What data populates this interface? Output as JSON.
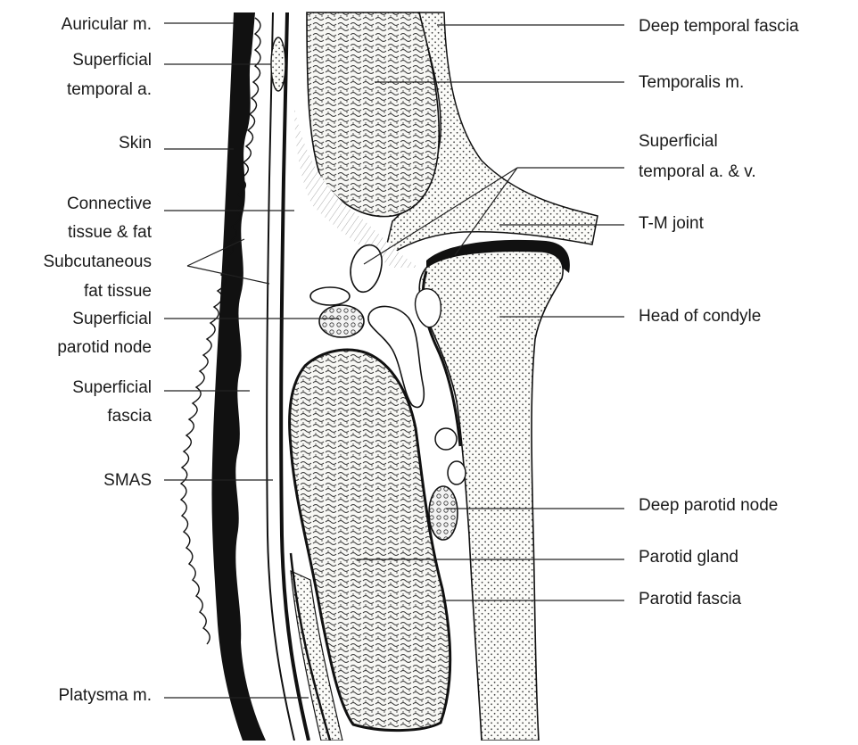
{
  "labels": {
    "left": [
      {
        "id": "auricular",
        "lines": [
          "Auricular m."
        ]
      },
      {
        "id": "superficial-temporal-a",
        "lines": [
          "Superficial",
          "temporal a."
        ]
      },
      {
        "id": "skin",
        "lines": [
          "Skin"
        ]
      },
      {
        "id": "connective-tissue",
        "lines": [
          "Connective",
          "tissue & fat"
        ]
      },
      {
        "id": "subcutaneous-fat",
        "lines": [
          "Subcutaneous",
          "fat tissue"
        ]
      },
      {
        "id": "superficial-parotid-node",
        "lines": [
          "Superficial",
          "parotid node"
        ]
      },
      {
        "id": "superficial-fascia",
        "lines": [
          "Superficial",
          "fascia"
        ]
      },
      {
        "id": "smas",
        "lines": [
          "SMAS"
        ]
      },
      {
        "id": "platysma",
        "lines": [
          "Platysma m."
        ]
      }
    ],
    "right": [
      {
        "id": "deep-temporal-fascia",
        "lines": [
          "Deep temporal fascia"
        ]
      },
      {
        "id": "temporalis",
        "lines": [
          "Temporalis m."
        ]
      },
      {
        "id": "superficial-temporal-av",
        "lines": [
          "Superficial",
          "temporal a. & v."
        ]
      },
      {
        "id": "tm-joint",
        "lines": [
          "T-M joint"
        ]
      },
      {
        "id": "head-of-condyle",
        "lines": [
          "Head of condyle"
        ]
      },
      {
        "id": "deep-parotid-node",
        "lines": [
          "Deep parotid node"
        ]
      },
      {
        "id": "parotid-gland",
        "lines": [
          "Parotid gland"
        ]
      },
      {
        "id": "parotid-fascia",
        "lines": [
          "Parotid fascia"
        ]
      }
    ]
  }
}
